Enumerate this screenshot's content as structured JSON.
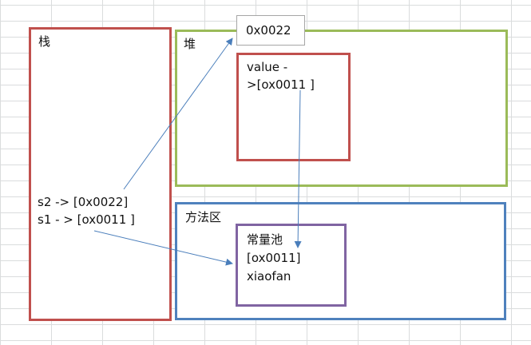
{
  "stack": {
    "title": "栈",
    "lines": [
      "s2 -> [0x0022]",
      "s1 - > [ox0011 ]"
    ]
  },
  "heap": {
    "title": "堆",
    "object": [
      "value -",
      ">[ox0011 ]"
    ]
  },
  "address": {
    "label": "0x0022"
  },
  "method_area": {
    "title": "方法区",
    "pool": [
      "常量池",
      "[ox0011]",
      "xiaofan"
    ]
  },
  "colors": {
    "stack_border": "#c0504d",
    "heap_border": "#9bbb59",
    "method_border": "#4f81bd",
    "pool_border": "#8064a2",
    "arrow": "#4a7ebb"
  }
}
